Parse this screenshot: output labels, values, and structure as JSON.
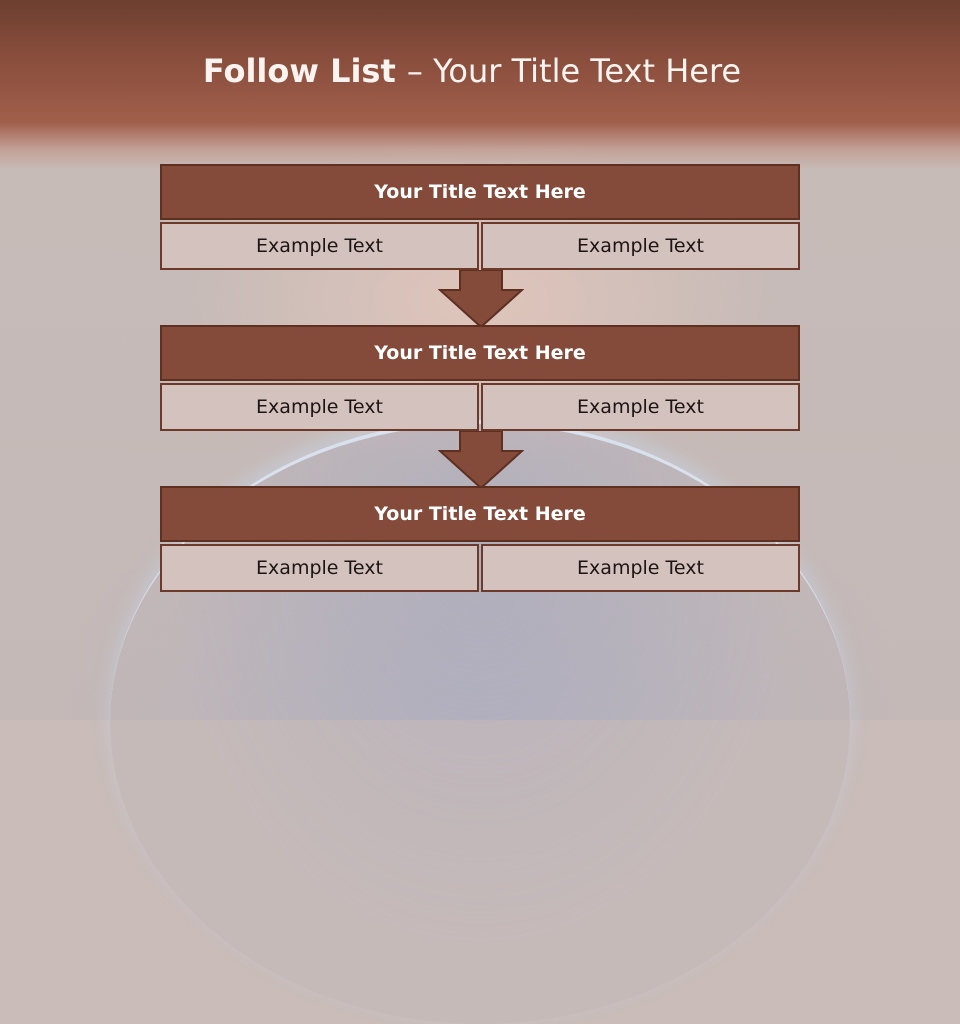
{
  "slide": {
    "title_bold": "Follow List ",
    "title_rest": " – Your Title Text Here"
  },
  "blocks": [
    {
      "title": "Your Title Text Here",
      "cells": [
        "Example Text",
        "Example Text"
      ]
    },
    {
      "title": "Your Title Text Here",
      "cells": [
        "Example Text",
        "Example Text"
      ]
    },
    {
      "title": "Your Title Text Here",
      "cells": [
        "Example Text",
        "Example Text"
      ]
    }
  ],
  "colors": {
    "header": "#8a4e3d",
    "block_title": "#844a3a",
    "block_cell": "#d4c2bf",
    "arrow": "#844a3a"
  },
  "icons": [
    "down-arrow-icon",
    "down-arrow-icon"
  ]
}
